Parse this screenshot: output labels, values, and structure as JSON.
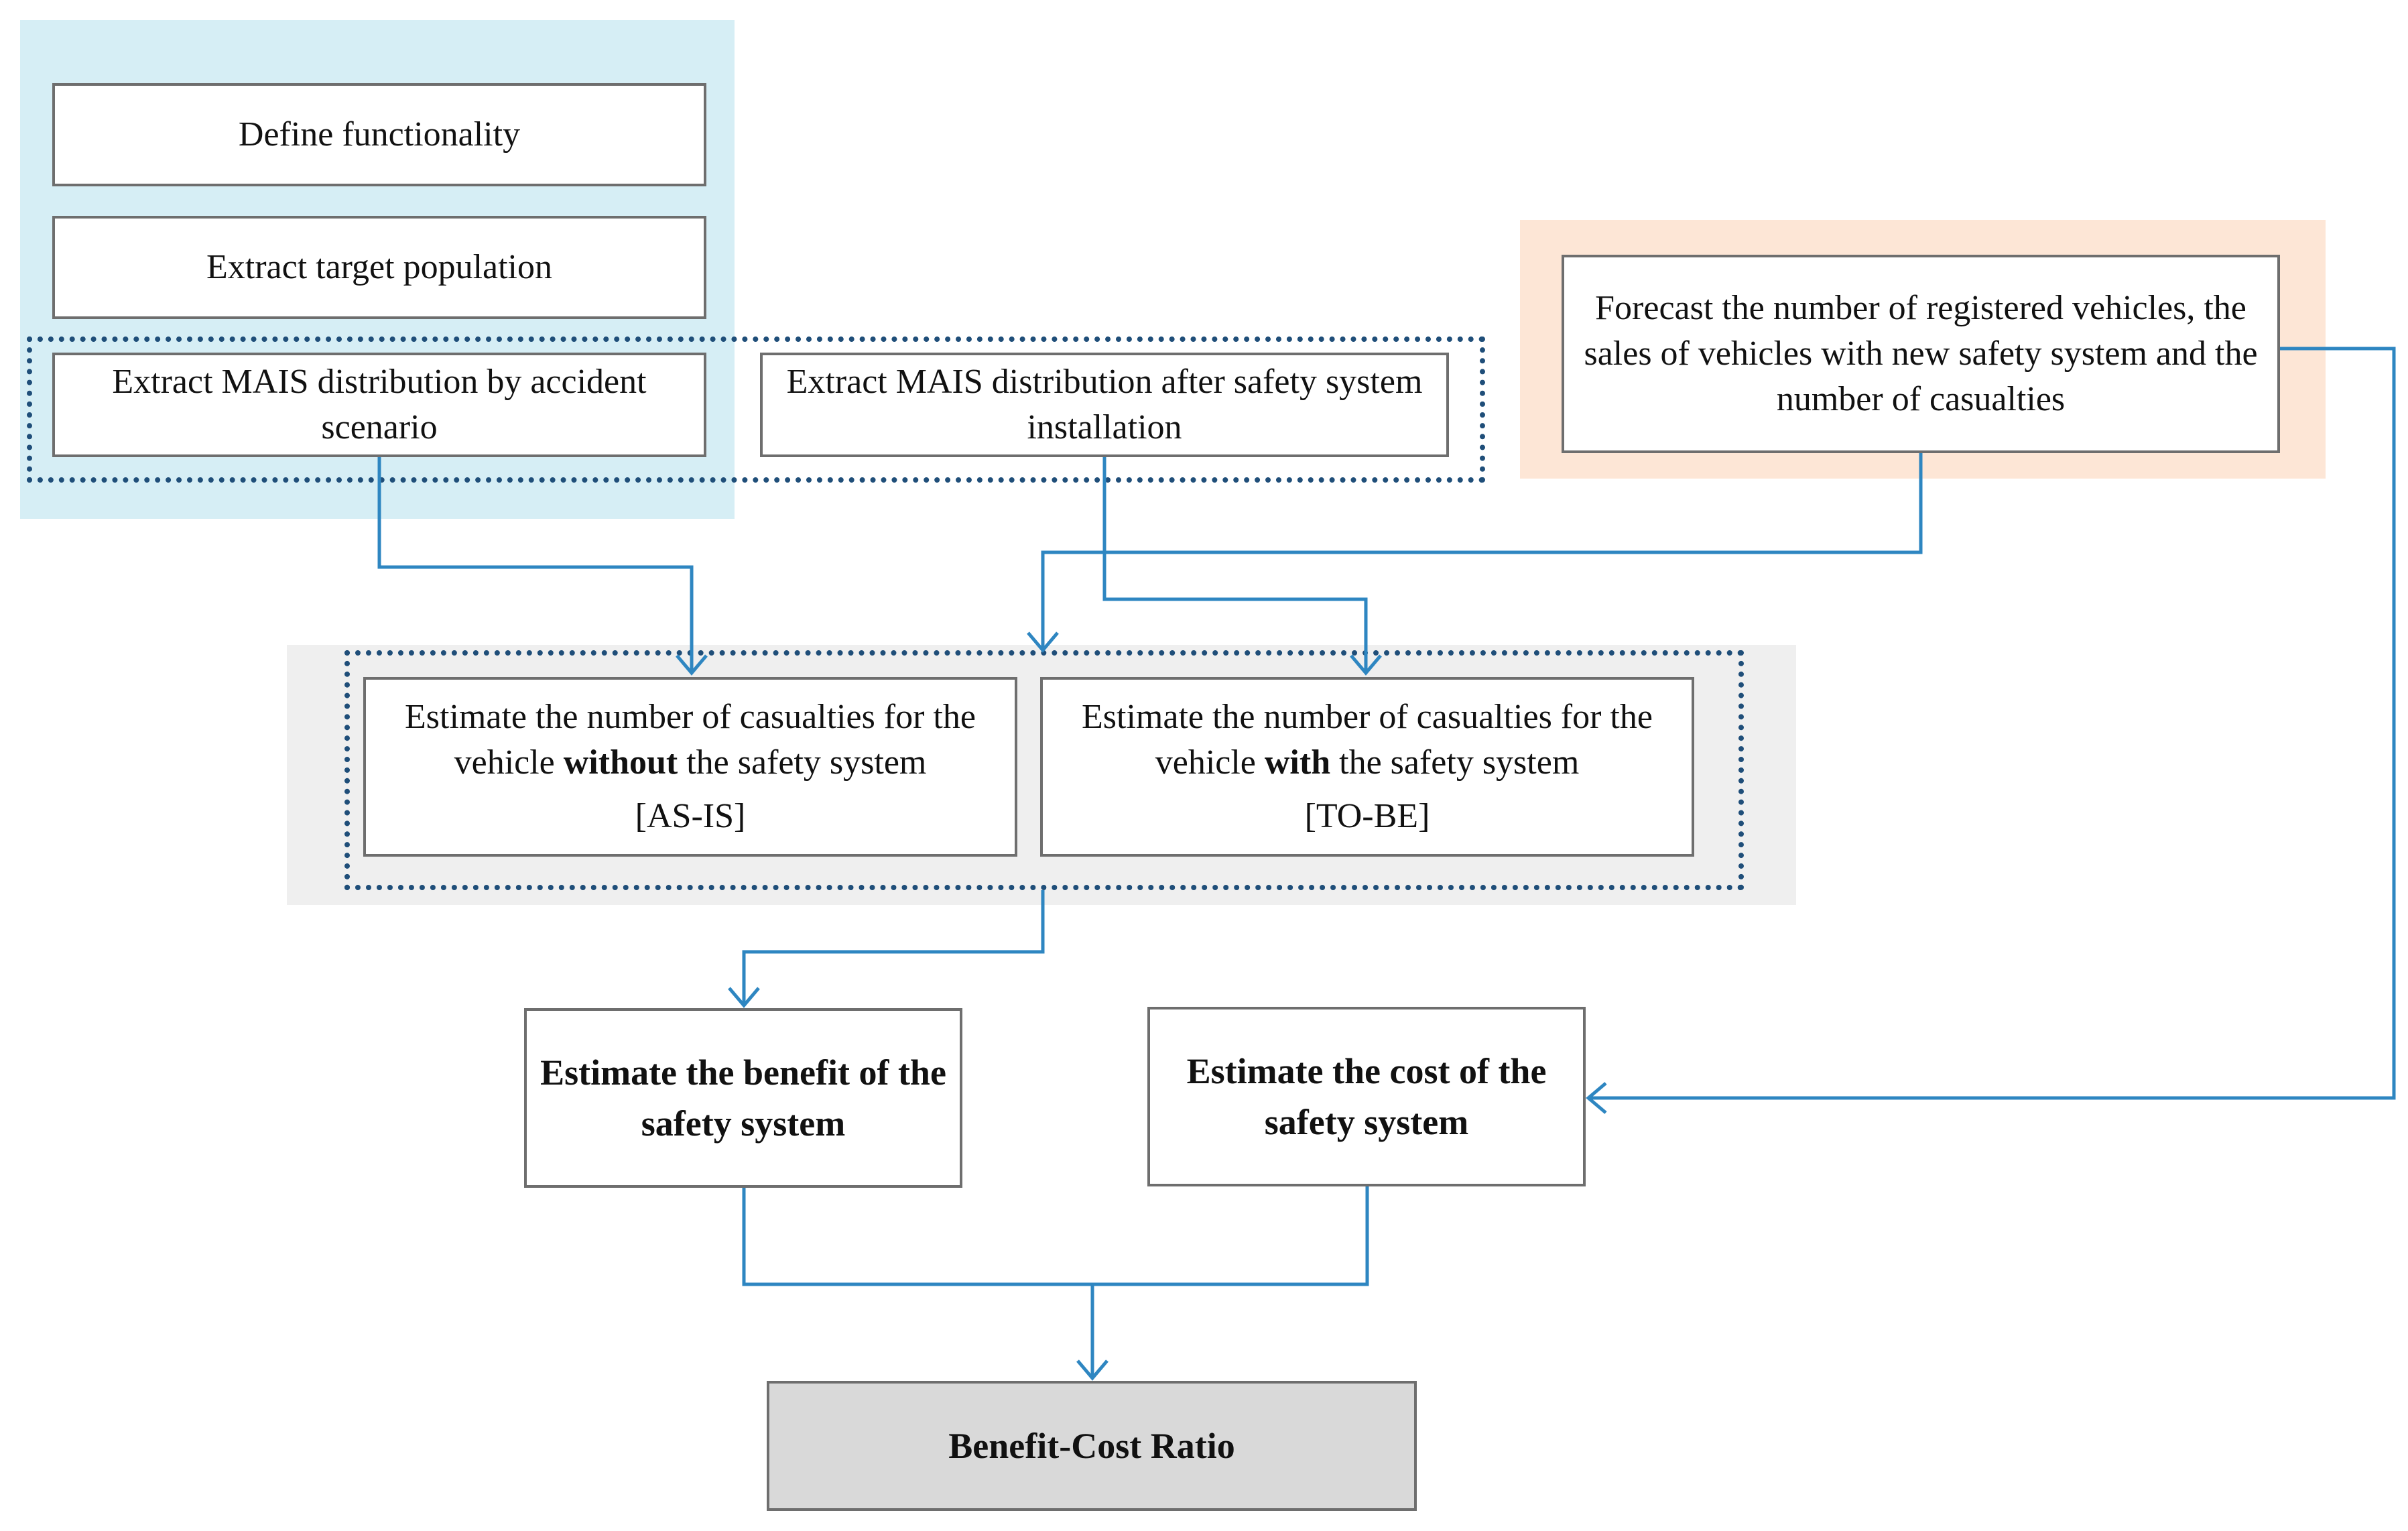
{
  "boxes": {
    "define_functionality": "Define functionality",
    "extract_target_population": "Extract target population",
    "extract_mais_by_scenario": "Extract MAIS  distribution by  accident scenario",
    "extract_mais_after_installation": "Extract MAIS  distribution after safety system installation",
    "forecast": "Forecast the number  of registered vehicles, the sales of vehicles with new safety system and the number  of casualties",
    "estimate_without": {
      "pre": "Estimate the number  of casualties for the vehicle ",
      "emph": "without",
      "post": "  the safety system",
      "tag": "[AS-IS]"
    },
    "estimate_with": {
      "pre": "Estimate the number  of casualties for the vehicle ",
      "emph": "with",
      "post": " the safety system",
      "tag": "[TO-BE]"
    },
    "estimate_benefit": "Estimate the benefit of the safety system",
    "estimate_cost": "Estimate the cost of the safety system",
    "benefit_cost_ratio": "Benefit-Cost Ratio"
  },
  "colors": {
    "connector": "#2e86c1",
    "dotted_border": "#1f4e79",
    "blue_region": "#d6eef5",
    "orange_region": "#fde6d6",
    "gray_region": "#efefef",
    "result_fill": "#d9d9d9"
  }
}
